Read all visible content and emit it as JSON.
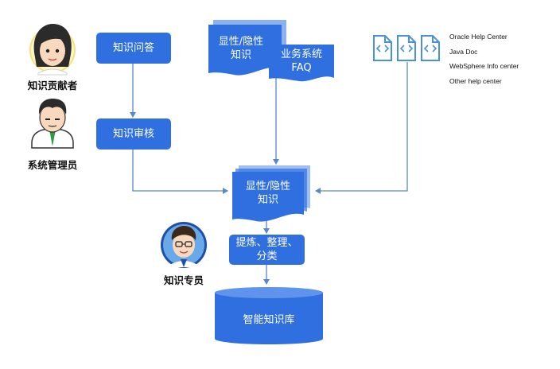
{
  "roles": {
    "contributor": "知识贡献者",
    "admin": "系统管理员",
    "specialist": "知识专员"
  },
  "boxes": {
    "qa": "知识问答",
    "review": "知识审核",
    "refine": "提炼、整理、\n分类"
  },
  "docs": {
    "knowledge_top": "显性/隐性\n知识",
    "faq": "业务系统\nFAQ",
    "knowledge_mid": "显性/隐性\n知识"
  },
  "sources": [
    "Oracle Help Center",
    "Java Doc",
    "WebSphere Info center",
    "Other help center"
  ],
  "database": "智能知识库",
  "colors": {
    "accent": "#2f6fe0",
    "arrow": "#5b86cf",
    "file_icon": "#4a90e2"
  }
}
